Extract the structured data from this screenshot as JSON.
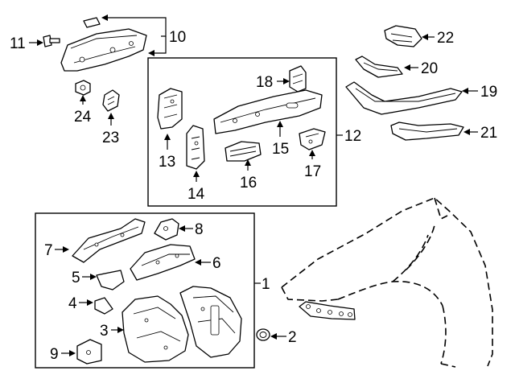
{
  "diagram": {
    "callouts": [
      {
        "id": "c1",
        "text": "1"
      },
      {
        "id": "c2",
        "text": "2"
      },
      {
        "id": "c3",
        "text": "3"
      },
      {
        "id": "c4",
        "text": "4"
      },
      {
        "id": "c5",
        "text": "5"
      },
      {
        "id": "c6",
        "text": "6"
      },
      {
        "id": "c7",
        "text": "7"
      },
      {
        "id": "c8",
        "text": "8"
      },
      {
        "id": "c9",
        "text": "9"
      },
      {
        "id": "c10",
        "text": "10"
      },
      {
        "id": "c11",
        "text": "11"
      },
      {
        "id": "c12",
        "text": "12"
      },
      {
        "id": "c13",
        "text": "13"
      },
      {
        "id": "c14",
        "text": "14"
      },
      {
        "id": "c15",
        "text": "15"
      },
      {
        "id": "c16",
        "text": "16"
      },
      {
        "id": "c17",
        "text": "17"
      },
      {
        "id": "c18",
        "text": "18"
      },
      {
        "id": "c19",
        "text": "19"
      },
      {
        "id": "c20",
        "text": "20"
      },
      {
        "id": "c21",
        "text": "21"
      },
      {
        "id": "c22",
        "text": "22"
      },
      {
        "id": "c23",
        "text": "23"
      },
      {
        "id": "c24",
        "text": "24"
      }
    ],
    "colors": {
      "line": "#000000",
      "background": "#ffffff"
    }
  }
}
